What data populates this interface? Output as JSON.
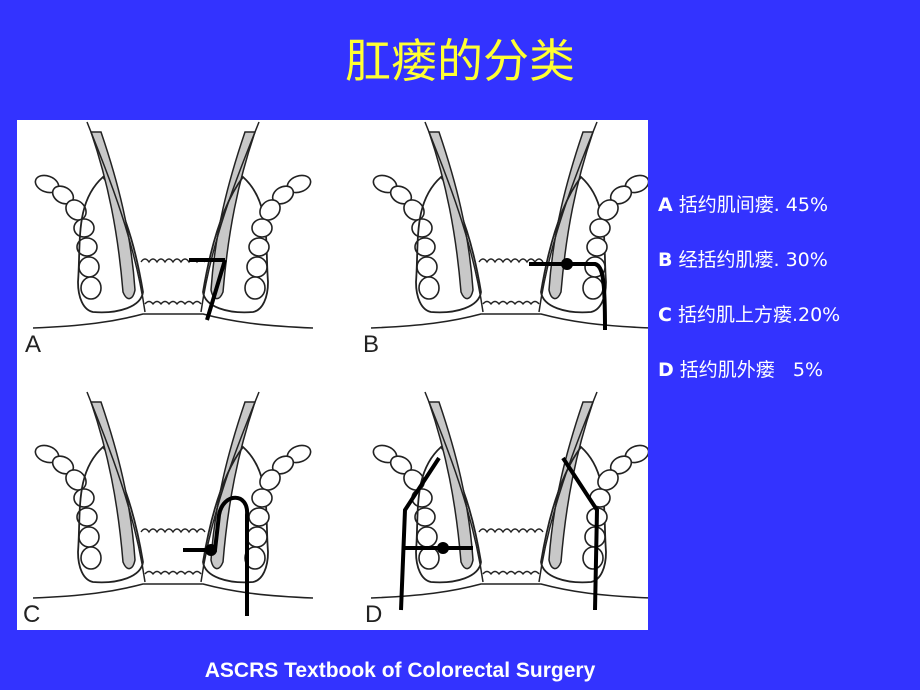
{
  "title": "肛瘘的分类",
  "figure": {
    "panels": [
      {
        "letter": "A",
        "fistula": "intersphincteric"
      },
      {
        "letter": "B",
        "fistula": "transsphincteric"
      },
      {
        "letter": "C",
        "fistula": "suprasphincteric"
      },
      {
        "letter": "D",
        "fistula": "extrasphincteric"
      }
    ]
  },
  "legend": [
    {
      "letter": "A",
      "text": "括约肌间瘘. 45%"
    },
    {
      "letter": "B",
      "text": "经括约肌瘘. 30%"
    },
    {
      "letter": "C",
      "text": "括约肌上方瘘.20%"
    },
    {
      "letter": "D",
      "text": "括约肌外瘘   5%"
    }
  ],
  "citation": "ASCRS Textbook of Colorectal Surgery",
  "colors": {
    "background": "#3333ff",
    "title": "#ffff33",
    "text": "#ffffff",
    "figure_background": "#ffffff"
  }
}
